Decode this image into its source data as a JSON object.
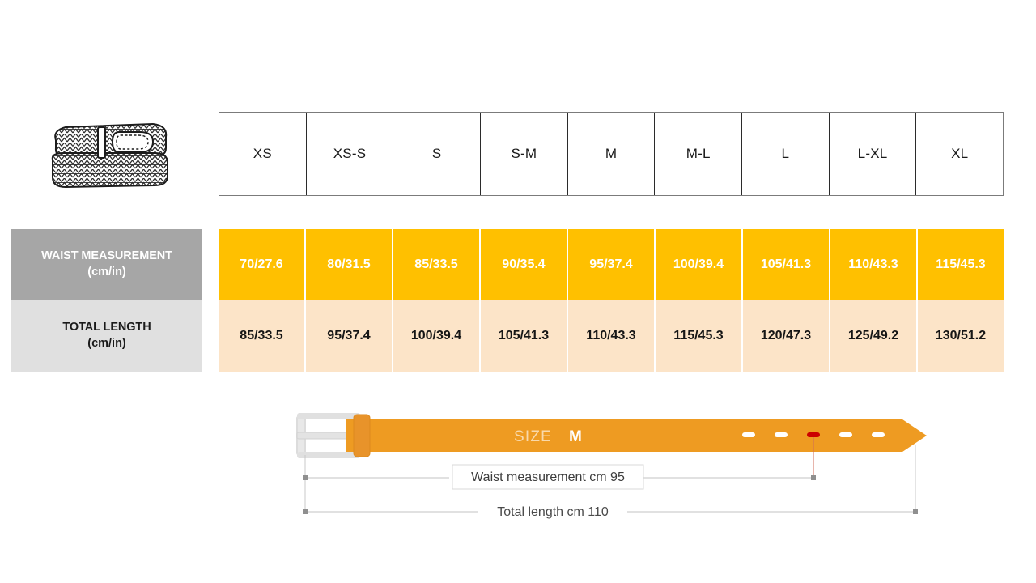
{
  "product_icon": {
    "name": "braided-belt-illustration",
    "alt": "Coiled braided belt line drawing"
  },
  "size_header": {
    "sizes": [
      "XS",
      "XS-S",
      "S",
      "S-M",
      "M",
      "M-L",
      "L",
      "L-XL",
      "XL"
    ]
  },
  "rows": [
    {
      "id": "waist-measurement",
      "label_line1": "WAIST MEASUREMENT",
      "label_line2": "(cm/in)",
      "values": [
        "70/27.6",
        "80/31.5",
        "85/33.5",
        "90/35.4",
        "95/37.4",
        "100/39.4",
        "105/41.3",
        "110/43.3",
        "115/45.3"
      ],
      "bg_color": "#ffc000",
      "label_bg_color": "#a6a6a6",
      "text_color": "#ffffff"
    },
    {
      "id": "total-length",
      "label_line1": "TOTAL LENGTH",
      "label_line2": "(cm/in)",
      "values": [
        "85/33.5",
        "95/37.4",
        "100/39.4",
        "105/41.3",
        "110/43.3",
        "115/45.3",
        "120/47.3",
        "125/49.2",
        "130/51.2"
      ],
      "bg_color": "#fce4c8",
      "label_bg_color": "#e0e0e0",
      "text_color": "#161616"
    }
  ],
  "belt_diagram": {
    "size_prefix": "SIZE",
    "size_value": "M",
    "waist_dimension_label": "Waist measurement cm 95",
    "total_dimension_label": "Total length cm 110",
    "holes_count": 5,
    "active_hole_index": 2,
    "belt_color": "#ee9b22",
    "keeper_color": "#e8932a",
    "buckle_color": "#e8e8e8",
    "active_hole_color": "#cc0000",
    "hole_color": "#ffffff"
  },
  "colors": {
    "orange": "#ffc000",
    "peach": "#fce4c8",
    "gray_label": "#a6a6a6",
    "light_gray_label": "#e0e0e0",
    "belt_orange": "#ee9b22",
    "accent_red": "#cc0000"
  }
}
